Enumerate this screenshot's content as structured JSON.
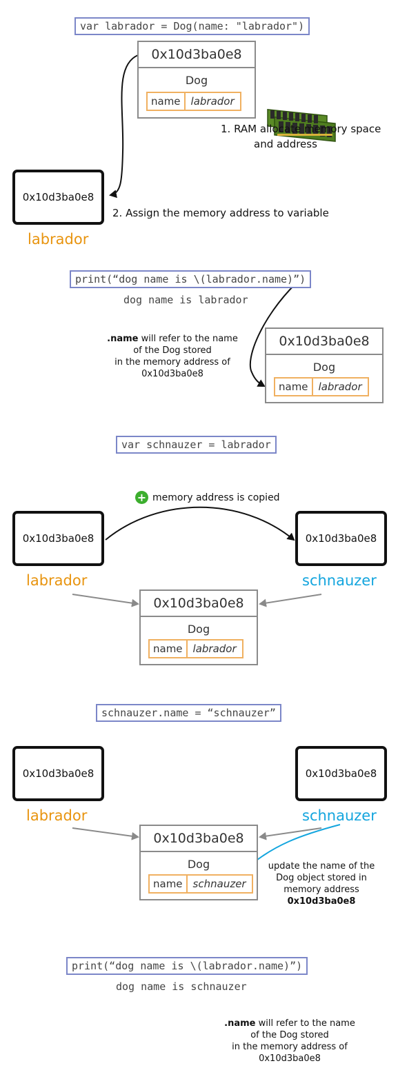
{
  "address": "0x10d3ba0e8",
  "class_name": "Dog",
  "prop_key": "name",
  "vars": {
    "labrador": "labrador",
    "schnauzer": "schnauzer"
  },
  "colors": {
    "labrador": "#e8940f",
    "schnauzer": "#13a5de",
    "code_border": "#7b86c8",
    "prop_border": "#f0b060",
    "copy_badge": "#3cae2e"
  },
  "step1": {
    "code": "var labrador = Dog(name: \"labrador\")",
    "prop_value": "labrador",
    "ram_line1": "1. RAM allocate memory space",
    "ram_line2": "and address",
    "assign_note": "2. Assign the memory address to variable"
  },
  "step2": {
    "code": "print(“dog name is \\(labrador.name)”)",
    "output": "dog name is labrador",
    "prop_value": "labrador",
    "note_bold": ".name",
    "note_rest": " will refer to the name",
    "note_line2": "of the Dog stored",
    "note_line3": "in the memory address of",
    "note_line4": "0x10d3ba0e8"
  },
  "step3": {
    "code": "var schnauzer = labrador",
    "copied_note": "memory address is copied",
    "prop_value": "labrador"
  },
  "step4": {
    "code": "schnauzer.name = “schnauzer”",
    "prop_value": "schnauzer",
    "note_line1": "update the name of the",
    "note_line2": "Dog object stored in",
    "note_line3": "memory address",
    "note_line4": "0x10d3ba0e8"
  },
  "step5": {
    "code": "print(“dog name is \\(labrador.name)”)",
    "output": "dog name is schnauzer",
    "note_bold": ".name",
    "note_rest": " will refer to the name",
    "note_line2": "of the Dog stored",
    "note_line3": "in the memory address of",
    "note_line4": "0x10d3ba0e8"
  }
}
